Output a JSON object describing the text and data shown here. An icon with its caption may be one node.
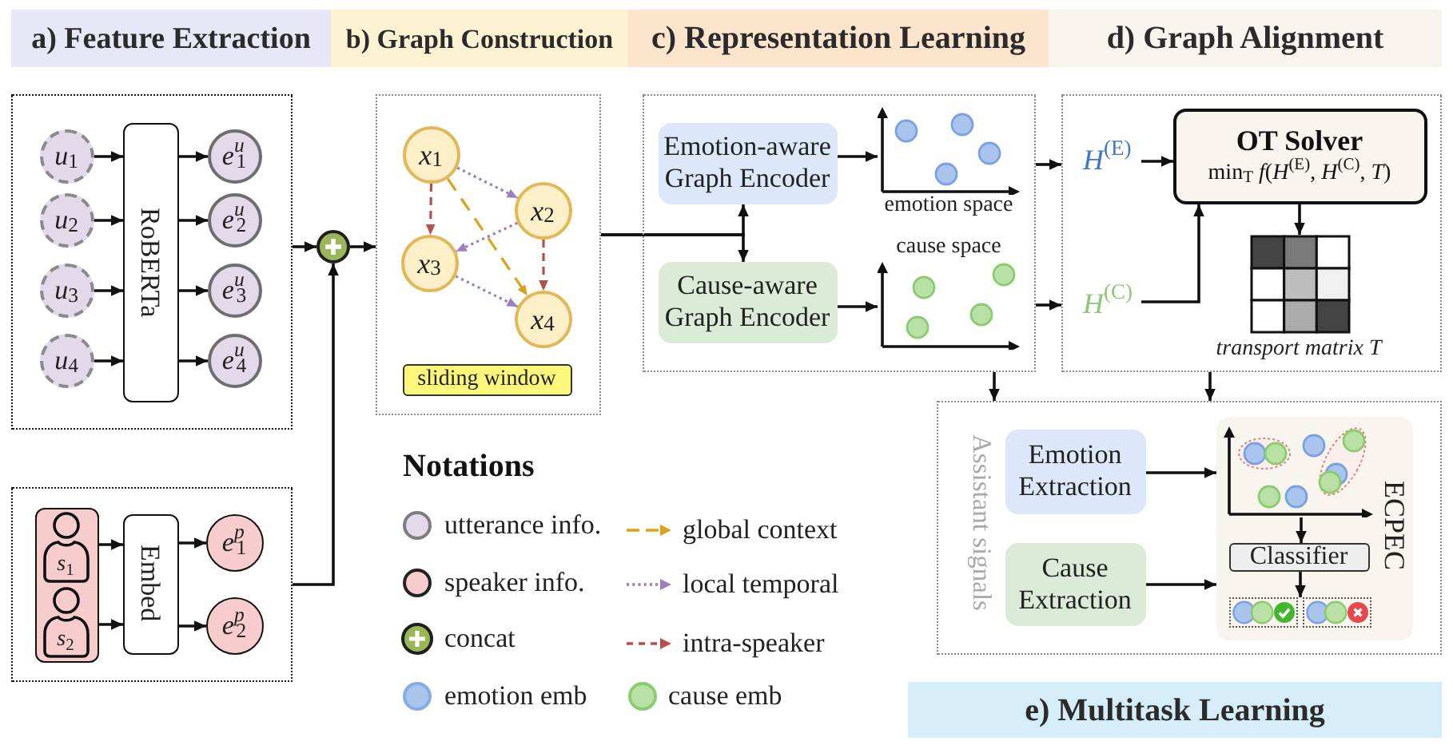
{
  "diagram": {
    "nodes": [
      {
        "text": [
          "a) Feature Extraction"
        ]
      },
      {
        "text": [
          "b) Graph Construction"
        ]
      },
      {
        "text": [
          "c) Representation Learning"
        ]
      },
      {
        "text": [
          "d) Graph Alignment"
        ]
      },
      {
        "text": [],
        "shape": "box"
      },
      {
        "text": [
          "*u*$_{1}$"
        ],
        "in": 4
      },
      {
        "text": [
          "*u*$_{2}$"
        ],
        "in": 4
      },
      {
        "text": [
          "*u*$_{3}$"
        ],
        "in": 4
      },
      {
        "text": [
          "*u*$_{4}$"
        ],
        "in": 4
      },
      {
        "text": [
          "RoBERTa"
        ],
        "in": 4
      },
      {
        "text": [
          "*e*$^{u}$$_{1}$"
        ],
        "in": 4
      },
      {
        "text": [
          "*e*$^{u}$$_{2}$"
        ],
        "in": 4
      },
      {
        "text": [
          "*e*$^{u}$$_{3}$"
        ],
        "in": 4
      },
      {
        "text": [
          "*e*$^{u}$$_{4}$"
        ],
        "in": 4
      },
      {
        "text": [],
        "shape": "box"
      },
      {
        "text": [],
        "shape": "box",
        "in": 14
      },
      {
        "text": [
          "*s*$_{1}$"
        ],
        "in": 15
      },
      {
        "text": [
          "*s*$_{2}$"
        ],
        "in": 15
      },
      {
        "text": [
          "Embed"
        ],
        "in": 14
      },
      {
        "text": [
          "*e*$^{p}$$_{1}$"
        ],
        "in": 14
      },
      {
        "text": [
          "*e*$^{p}$$_{2}$"
        ],
        "in": 14
      },
      {
        "text": [],
        "shape": "circle"
      },
      {
        "text": [],
        "shape": "box"
      },
      {
        "text": [
          "*x*$_{1}$"
        ],
        "in": 22
      },
      {
        "text": [
          "*x*$_{2}$"
        ],
        "in": 22
      },
      {
        "text": [
          "*x*$_{3}$"
        ],
        "in": 22
      },
      {
        "text": [
          "*x*$_{4}$"
        ],
        "in": 22
      },
      {
        "text": [
          "sliding window"
        ],
        "in": 22
      },
      {
        "text": [],
        "shape": "box"
      },
      {
        "text": [
          "Emotion-aware Graph Encoder"
        ],
        "in": 28
      },
      {
        "text": [],
        "shape": "picture",
        "beside": [
          "emotion space"
        ],
        "in": 28
      },
      {
        "text": [
          "Cause-aware Graph Encoder"
        ],
        "in": 28
      },
      {
        "text": [],
        "shape": "picture",
        "beside": [
          "cause space"
        ],
        "in": 28
      },
      {
        "text": [],
        "shape": "box"
      },
      {
        "text": [
          "*H*$^{(E)}$"
        ],
        "in": 33
      },
      {
        "text": [
          "*H*$^{(C)}$"
        ],
        "in": 33
      },
      {
        "text": [
          "OT Solver",
          "min$_{T}$ *f*(*H*$^{(E)}$, *H*$^{(C)}$, *T*)"
        ],
        "in": 33
      },
      {
        "text": [],
        "shape": "picture",
        "beside": [
          "transport matrix T"
        ],
        "in": 33
      },
      {
        "text": [],
        "shape": "box"
      },
      {
        "text": [
          "Emotion Extraction"
        ],
        "in": 38
      },
      {
        "text": [
          "Cause Extraction"
        ],
        "in": 38
      },
      {
        "text": [
          "ECPEC"
        ],
        "in": 38
      },
      {
        "text": [],
        "shape": "picture",
        "in": 41
      },
      {
        "text": [
          "Classifier"
        ],
        "in": 41
      },
      {
        "text": [],
        "shape": "box",
        "in": 41
      },
      {
        "text": [],
        "shape": "box",
        "in": 41
      },
      {
        "text": [
          "e) Multitask Learning"
        ]
      }
    ],
    "edges": [
      {
        "from": 5,
        "to": 9,
        "arrow": "to"
      },
      {
        "from": 6,
        "to": 9,
        "arrow": "to"
      },
      {
        "from": 7,
        "to": 9,
        "arrow": "to"
      },
      {
        "from": 8,
        "to": 9,
        "arrow": "to"
      },
      {
        "from": 9,
        "to": 10,
        "arrow": "to"
      },
      {
        "from": 9,
        "to": 11,
        "arrow": "to"
      },
      {
        "from": 9,
        "to": 12,
        "arrow": "to"
      },
      {
        "from": 9,
        "to": 13,
        "arrow": "to"
      },
      {
        "from": 4,
        "to": 21,
        "arrow": "to"
      },
      {
        "from": 14,
        "to": 21,
        "arrow": "to"
      },
      {
        "from": 21,
        "to": 22,
        "arrow": "to"
      },
      {
        "from": 16,
        "to": 18,
        "arrow": "to"
      },
      {
        "from": 17,
        "to": 18,
        "arrow": "to"
      },
      {
        "from": 18,
        "to": 19,
        "arrow": "to"
      },
      {
        "from": 18,
        "to": 20,
        "arrow": "to"
      },
      {
        "from": 23,
        "to": 24,
        "arrow": "to",
        "style": "dashed",
        "color": "#9b7fc0"
      },
      {
        "from": 23,
        "to": 25,
        "arrow": "to",
        "style": "dashed",
        "color": "#b3514c"
      },
      {
        "from": 23,
        "to": 26,
        "arrow": "to",
        "style": "dashed",
        "color": "#dca11a"
      },
      {
        "from": 24,
        "to": 25,
        "arrow": "to",
        "style": "dashed",
        "color": "#9b7fc0"
      },
      {
        "from": 24,
        "to": 26,
        "arrow": "to",
        "style": "dashed",
        "color": "#b3514c"
      },
      {
        "from": 25,
        "to": 26,
        "arrow": "to",
        "style": "dashed",
        "color": "#9b7fc0"
      },
      {
        "from": 22,
        "to": 29,
        "arrow": "to"
      },
      {
        "from": 22,
        "to": 31,
        "arrow": "to"
      },
      {
        "from": 29,
        "to": 30,
        "arrow": "to"
      },
      {
        "from": 31,
        "to": 32,
        "arrow": "to"
      },
      {
        "from": 28,
        "to": 33,
        "arrow": "to"
      },
      {
        "from": 28,
        "to": 33,
        "arrow": "to"
      },
      {
        "from": 34,
        "to": 36,
        "arrow": "to"
      },
      {
        "from": 35,
        "to": 36,
        "arrow": "to"
      },
      {
        "from": 36,
        "to": 37,
        "arrow": "to"
      },
      {
        "from": 28,
        "to": 38,
        "arrow": "to"
      },
      {
        "from": 33,
        "to": 38,
        "arrow": "to"
      },
      {
        "from": 39,
        "to": 41,
        "arrow": "to"
      },
      {
        "from": 40,
        "to": 41,
        "arrow": "to"
      },
      {
        "from": 42,
        "to": 43,
        "arrow": "to"
      },
      {
        "from": 43,
        "to": 44,
        "arrow": "to"
      },
      {
        "from": 43,
        "to": 45,
        "arrow": "to"
      }
    ],
    "labels": [
      "Notations",
      "Assistant signals"
    ],
    "legend": [
      {
        "text": "utterance info.",
        "color": "#e3d9ea"
      },
      {
        "text": "global context"
      },
      {
        "text": "speaker info.",
        "color": "#f6cccc"
      },
      {
        "text": "local temporal"
      },
      {
        "text": "concat"
      },
      {
        "text": "intra-speaker"
      },
      {
        "text": "emotion emb",
        "color": "#a9c5ee"
      },
      {
        "text": "cause emb",
        "color": "#b9e0a5"
      }
    ]
  }
}
